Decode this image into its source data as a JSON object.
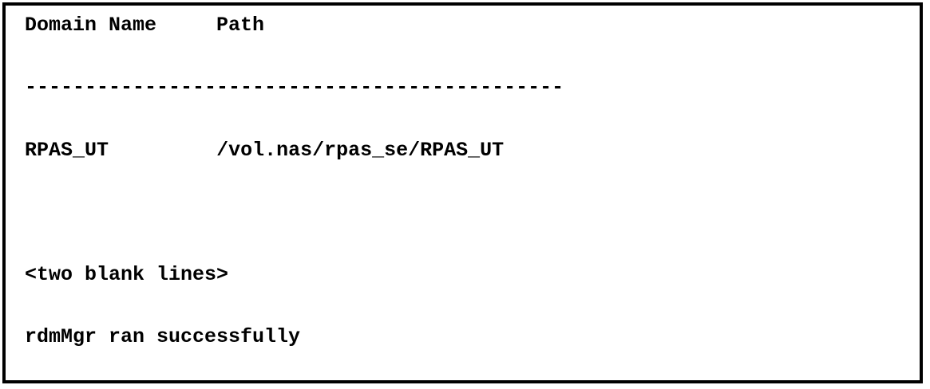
{
  "console": {
    "header": {
      "domain_name_label": "Domain Name",
      "path_label": "Path"
    },
    "divider": "---------------------------------------------",
    "row": {
      "domain_name": "RPAS_UT",
      "path": "/vol.nas/rpas_se/RPAS_UT"
    },
    "placeholder": "<two blank lines>",
    "status": "rdmMgr ran successfully"
  }
}
